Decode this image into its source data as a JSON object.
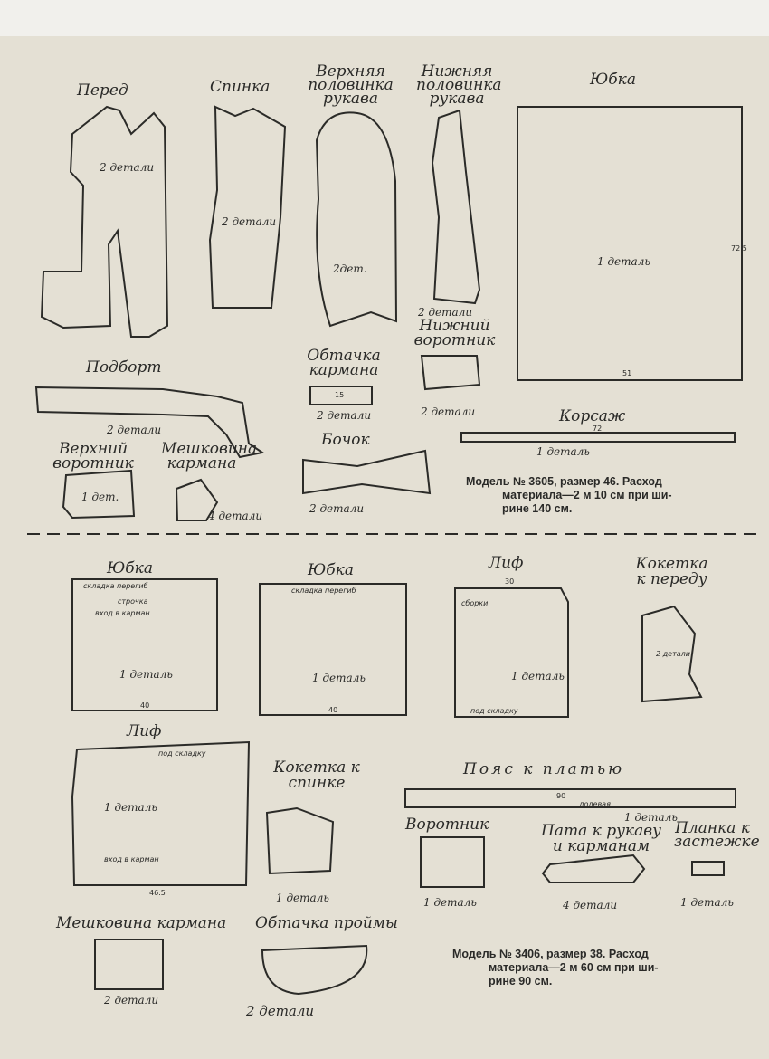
{
  "model_a": {
    "info_line1": "Модель № 3605, размер 46. Расход",
    "info_line2": "материала—2 м 10 см при ши-",
    "info_line3": "рине 140 см.",
    "pieces": [
      {
        "title": "Перед",
        "count": "2 детали"
      },
      {
        "title": "Спинка",
        "count": "2 детали"
      },
      {
        "title": "Верхняя половинка рукава",
        "count": "2дет."
      },
      {
        "title": "Нижняя половинка рукава",
        "count": "2 детали"
      },
      {
        "title": "Юбка",
        "count": "1 деталь",
        "width": "51",
        "length": "72.5"
      },
      {
        "title": "Подборт",
        "count": "2 детали"
      },
      {
        "title": "Обтачка кармана",
        "count": "2 детали",
        "width": "15"
      },
      {
        "title": "Нижний воротник",
        "count": "2 детали"
      },
      {
        "title": "Корсаж",
        "count": "1 деталь",
        "width": "72"
      },
      {
        "title": "Верхний воротник",
        "count": "1 дет."
      },
      {
        "title": "Мешковина кармана",
        "count": "4 детали"
      },
      {
        "title": "Бочок",
        "count": "2 детали"
      }
    ]
  },
  "model_b": {
    "info_line1": "Модель № 3406, размер 38. Расход",
    "info_line2": "материала—2 м 60 см при ши-",
    "info_line3": "рине 90 см.",
    "pieces": [
      {
        "title": "Юбка",
        "count": "1 деталь",
        "width": "40"
      },
      {
        "title": "Юбка",
        "count": "1 деталь",
        "width": "40"
      },
      {
        "title": "Лиф",
        "count": "1 деталь",
        "width": "30"
      },
      {
        "title": "Кокетка к переду",
        "count": "2 детали"
      },
      {
        "title": "Лиф",
        "count": "1 деталь",
        "width": "46.5"
      },
      {
        "title": "Кокетка к спинке",
        "count": "1 деталь"
      },
      {
        "title": "Пояс к платью",
        "count": "1 деталь",
        "width": "90"
      },
      {
        "title": "Воротник",
        "count": "1 деталь"
      },
      {
        "title": "Пата к рукаву и карманам",
        "count": "4 детали"
      },
      {
        "title": "Планка к застежке",
        "count": "1 деталь"
      },
      {
        "title": "Мешковина кармана",
        "count": "2 детали"
      },
      {
        "title": "Обтачка проймы",
        "count": "2 детали"
      }
    ]
  },
  "annotations": {
    "skladka_peregib": "складка перегиб",
    "strochka": "строчка",
    "vhod_v_karman": "вход в карман",
    "dolevaya": "долевая",
    "sborki": "сборки",
    "pod_skladku": "под складку"
  }
}
